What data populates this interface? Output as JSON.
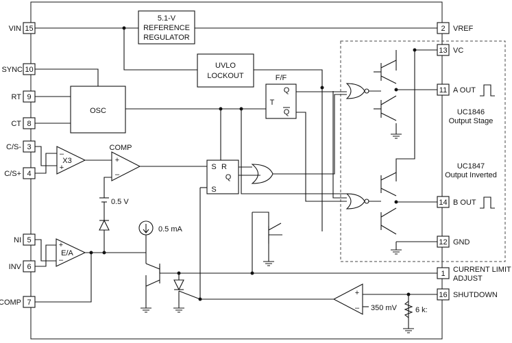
{
  "colors": {
    "line": "#111111",
    "background": "#ffffff",
    "dashed_frame": "#444444"
  },
  "pins_left": [
    {
      "num": "15",
      "name": "VIN"
    },
    {
      "num": "10",
      "name": "SYNC"
    },
    {
      "num": "9",
      "name": "RT"
    },
    {
      "num": "8",
      "name": "CT"
    },
    {
      "num": "3",
      "name": "C/S-"
    },
    {
      "num": "4",
      "name": "C/S+"
    },
    {
      "num": "5",
      "name": "NI"
    },
    {
      "num": "6",
      "name": "INV"
    },
    {
      "num": "7",
      "name": "COMP"
    }
  ],
  "pins_right": [
    {
      "num": "2",
      "name": "VREF"
    },
    {
      "num": "13",
      "name": "VC"
    },
    {
      "num": "11",
      "name": "A OUT"
    },
    {
      "num": "14",
      "name": "B OUT"
    },
    {
      "num": "12",
      "name": "GND"
    },
    {
      "num": "1",
      "name": "CURRENT LIMIT",
      "name2": "ADJUST"
    },
    {
      "num": "16",
      "name": "SHUTDOWN"
    }
  ],
  "blocks": {
    "reference_line1": "5.1-V",
    "reference_line2": "REFERENCE",
    "reference_line3": "REGULATOR",
    "uvlo_line1": "UVLO",
    "uvlo_line2": "LOCKOUT",
    "osc": "OSC",
    "ff_title": "F/F",
    "ff_t": "T",
    "ff_q": "Q",
    "ff_qbar": "Q",
    "latch_s": "S",
    "latch_r": "R",
    "latch_q": "Q",
    "latch_s2": "S",
    "x3": "X3",
    "comp_title": "COMP",
    "ea": "E/A",
    "plus": "+",
    "minus": "–"
  },
  "annotations": {
    "offset_voltage": "0.5 V",
    "current_source": "0.5 mA",
    "shutdown_threshold": "350 mV",
    "resistor": "6 k:",
    "uc1846_line1": "UC1846",
    "uc1846_line2": "Output Stage",
    "uc1847_line1": "UC1847",
    "uc1847_line2": "Output Inverted"
  }
}
